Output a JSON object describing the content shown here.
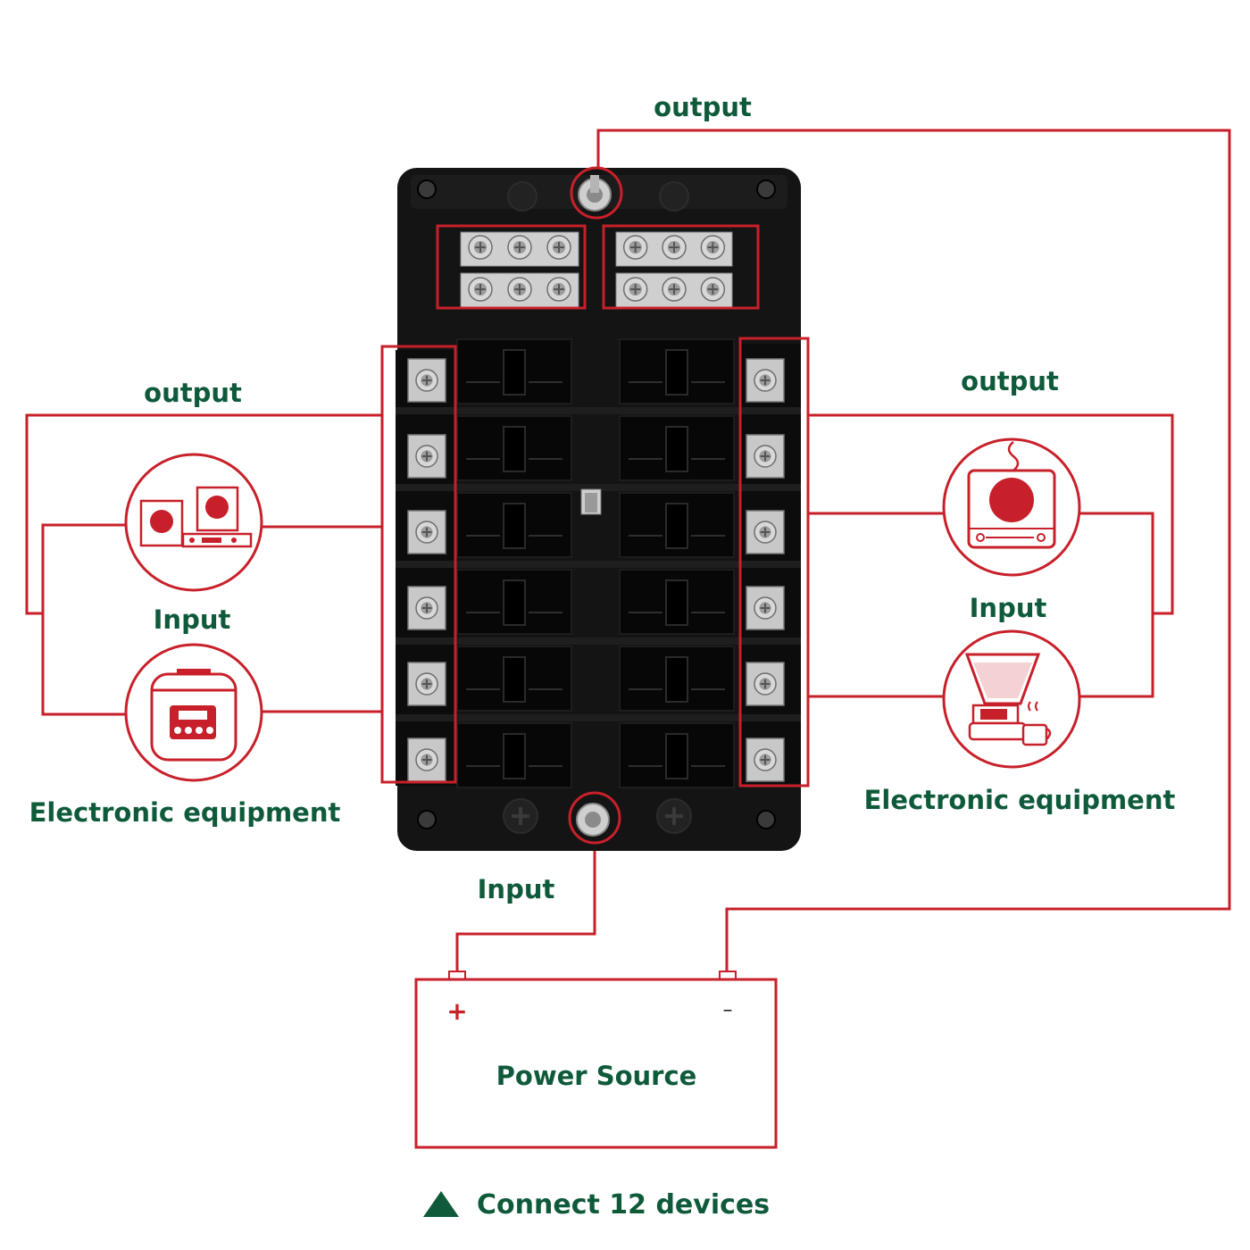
{
  "labels": {
    "top_output": "output",
    "left_output": "output",
    "right_output": "output",
    "left_input": "Input",
    "right_input": "Input",
    "bottom_input": "Input",
    "left_equipment": "Electronic equipment",
    "right_equipment": "Electronic equipment",
    "power_source": "Power Source",
    "plus": "+",
    "minus": "–",
    "footer": "Connect 12 devices"
  },
  "colors": {
    "wire": "#c8202a",
    "label": "#0e5a3a",
    "block": "#141414",
    "metal": "#c9c9c9"
  },
  "fuse_block": {
    "fuse_slots_per_column": 6,
    "fuse_columns": 2,
    "screw_terminals_per_side": 6,
    "bus_bar_screws_per_group": 6,
    "bus_bar_groups": 2
  },
  "devices": {
    "left_top": "speaker-icon",
    "left_bottom": "rice-cooker-icon",
    "right_top": "induction-cooker-icon",
    "right_bottom": "coffee-machine-icon"
  }
}
